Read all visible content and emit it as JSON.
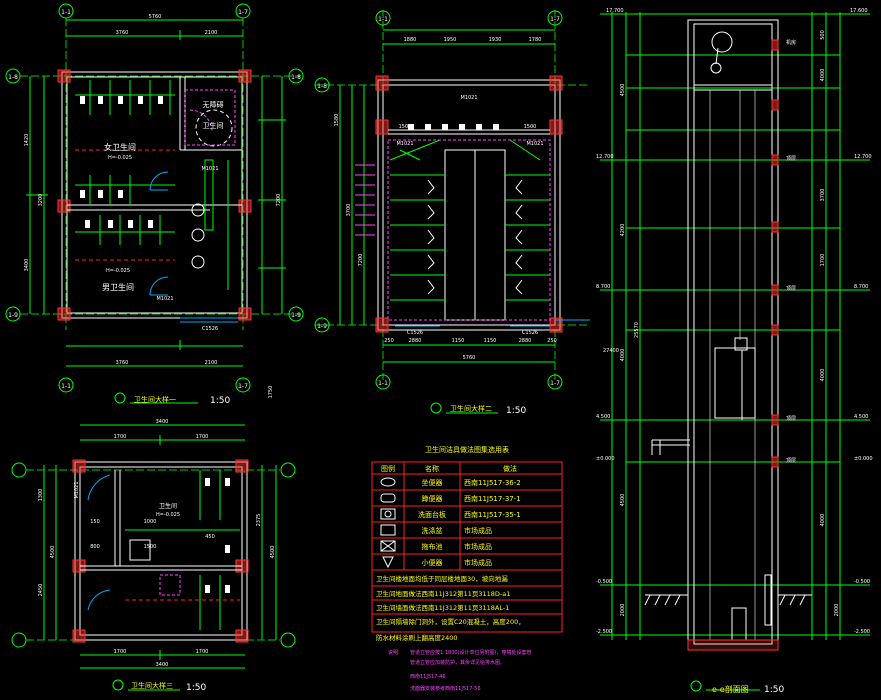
{
  "colors": {
    "background": "#000000",
    "wall": "#ffffff",
    "dim": "#00ff00",
    "axis": "#00c800",
    "hatch": "#ff3030",
    "fixture": "#ffff00",
    "door": "#00a8ff",
    "pink": "#ff40ff",
    "red": "#ff2020",
    "text": "#ffffff",
    "table_text": "#ffff00"
  },
  "plan1": {
    "title": "卫生间大样一",
    "scale": "1:50",
    "axes": [
      "1-1",
      "1-7",
      "1-8",
      "1-9",
      "1-8",
      "1-9"
    ],
    "top_dims": {
      "total": "5760",
      "a": "3760",
      "b": "2100"
    },
    "bottom_dims": {
      "a": "3760",
      "b": "2100"
    },
    "left_dims": [
      "1420",
      "3200",
      "3400",
      "7200"
    ],
    "female_room": "女卫生间",
    "female_elev": "H=-0.025",
    "male_room": "男卫生间",
    "male_elev": "H=-0.025",
    "cleaning_room": "无障碍",
    "cleaning_sub": "卫生间",
    "door_1": "M1021",
    "door_2": "M1021",
    "window": "C1526",
    "level": "1750"
  },
  "plan2": {
    "title": "卫生间大样二",
    "scale": "1:50",
    "axes": [
      "1-1",
      "1-7",
      "1-8",
      "1-9"
    ],
    "top_dims": [
      "1880",
      "1950",
      "1930",
      "1780"
    ],
    "bottom_dims": [
      "250",
      "2880",
      "1150",
      "1150",
      "2880",
      "250"
    ],
    "bottom_total": "5760",
    "door_top": "M1021",
    "door_l": "M1021",
    "door_r": "M1021",
    "windows": [
      "C1526",
      "C1526"
    ],
    "left_dims": [
      "1580",
      "3700",
      "7200"
    ],
    "side_dims": [
      "1500",
      "1500"
    ]
  },
  "plan3": {
    "title": "卫生间大样三",
    "scale": "1:50",
    "top_dims": {
      "total": "3400",
      "a": "1700",
      "b": "1700"
    },
    "bottom_dims": {
      "a": "1700",
      "b": "1700"
    },
    "bottom_total": "3400",
    "room": "卫生间",
    "elev": "H=-0.025",
    "door": "M1021",
    "left_dims": [
      "1300",
      "2450",
      "4500"
    ],
    "right_dims": [
      "2375",
      "4500"
    ],
    "inner": [
      "150",
      "1000",
      "800",
      "1500",
      "450"
    ]
  },
  "table": {
    "title": "卫生间洁具做法图集选用表",
    "headers": [
      "图例",
      "名称",
      "做法"
    ],
    "rows": [
      {
        "name": "坐便器",
        "method": "西南11J517-36-2"
      },
      {
        "name": "蹲便器",
        "method": "西南11J517-37-1"
      },
      {
        "name": "洗面台板",
        "method": "西南11J517-35-1"
      },
      {
        "name": "洗涤盆",
        "method": "市场成品"
      },
      {
        "name": "拖布池",
        "method": "市场成品"
      },
      {
        "name": "小便器",
        "method": "市场成品"
      }
    ],
    "notes": [
      "卫生间楼地面均低于同层楼地面30，坡向地漏",
      "卫生间地面做法西南11J312第11页3118D-a1",
      "卫生间墙面做法西南11J312第11页3118AL-1",
      "卫生间隔墙除门洞外，设置C20混凝土，高度200，",
      "防水材料涂刷上翻高度2400"
    ]
  },
  "notes_bottom": {
    "label": "说明:",
    "lines": [
      "管道立管应按1:1800(设计单位另附图)，穿墙处设套管",
      "管道立管应加装防护，其余详见给排水图。",
      "西南11J517-46",
      "洗面器安装参考西南11J517-56"
    ]
  },
  "section": {
    "title": "e-e剖面图",
    "scale": "1:50",
    "left_levels": [
      "17.700",
      "12.700",
      "8.700",
      "4.500",
      "±0.000",
      "-0.500",
      "-2.500"
    ],
    "right_levels": [
      "17.600",
      "12.700",
      "8.700",
      "4.500",
      "±0.000",
      "-0.500",
      "-2.500"
    ],
    "left_dims": [
      "4500",
      "4200",
      "4000",
      "4500",
      "2000"
    ],
    "right_dims": [
      "500",
      "4000",
      "3700",
      "1700",
      "4000",
      "4000",
      "2000"
    ],
    "tags": [
      "机房",
      "顶层",
      "顶层",
      "顶层",
      "顶层"
    ],
    "center_dim": "25570",
    "left_label": "27400"
  }
}
